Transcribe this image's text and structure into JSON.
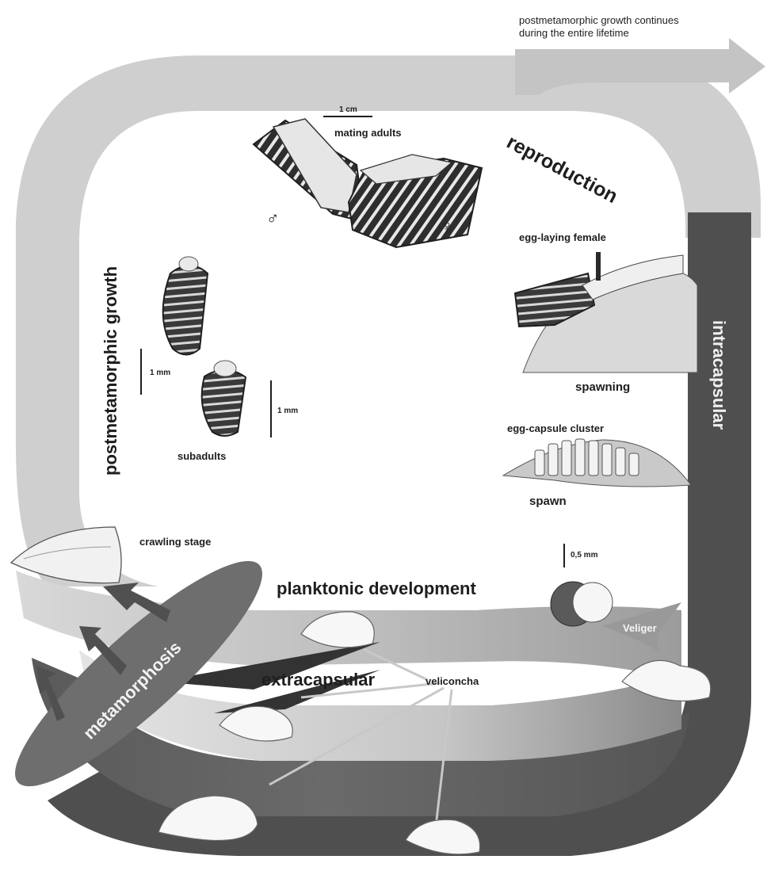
{
  "note_growth_continues": {
    "line1": "postmetamorphic growth continues",
    "line2": "during the entire lifetime"
  },
  "stages": {
    "reproduction": "reproduction",
    "postmetamorphic_growth": "postmetamorphic growth",
    "intracapsular": "intracapsular",
    "planktonic_development": "planktonic development",
    "extracapsular": "extracapsular",
    "metamorphosis": "metamorphosis"
  },
  "labels": {
    "mating_adults": "mating adults",
    "egg_laying_female": "egg-laying female",
    "spawning": "spawning",
    "egg_capsule_cluster": "egg-capsule cluster",
    "spawn": "spawn",
    "subadults": "subadults",
    "crawling_stage": "crawling stage",
    "veliger": "Veliger",
    "veliconcha": "veliconcha"
  },
  "symbols": {
    "male": "♂",
    "female": "♀"
  },
  "scale_bars": {
    "mating": "1 cm",
    "subadult_large": "1 mm",
    "subadult_small": "1 mm",
    "egg": "0,5 mm"
  },
  "colors": {
    "light_band": "#c8c8c8",
    "mid_band": "#b5b5b5",
    "dark_band": "#585858",
    "metamorphosis_ellipse": "#6e6e6e",
    "arrow_dark": "#505050",
    "shell_dark": "#2e2e2e",
    "shell_light": "#e8e8e8"
  }
}
